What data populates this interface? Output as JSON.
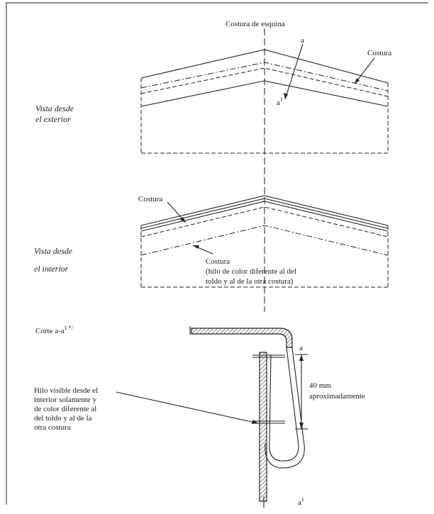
{
  "labels": {
    "corner_seam": "Costura de esquina",
    "top_seam": "Costura",
    "section_a": "a",
    "section_a1": "a",
    "superscript_1": "1",
    "view_exterior_line1": "Vista desde",
    "view_exterior_line2": "el exterior",
    "middle_seam": "Costura",
    "view_interior_line1": "Vista desde",
    "view_interior_line2": "el interior",
    "colored_seam_line1": "Costura",
    "colored_seam_line2": "(hilo de color diferente al del",
    "colored_seam_line3": "toldo y al de la otra costura)",
    "cut_label": "Corte a-a",
    "cut_label_sup": "1 */",
    "thread_line1": "Hilo visible desde el",
    "thread_line2": "interior  solamente y",
    "thread_line3": "de color diferente al",
    "thread_line4": "del toldo y al de la",
    "thread_line5": "otra costura",
    "dim_a": "a",
    "dim_value_line1": "40 mm",
    "dim_value_line2": "aproximadamente",
    "bottom_a": "a",
    "bottom_sup": "1"
  }
}
